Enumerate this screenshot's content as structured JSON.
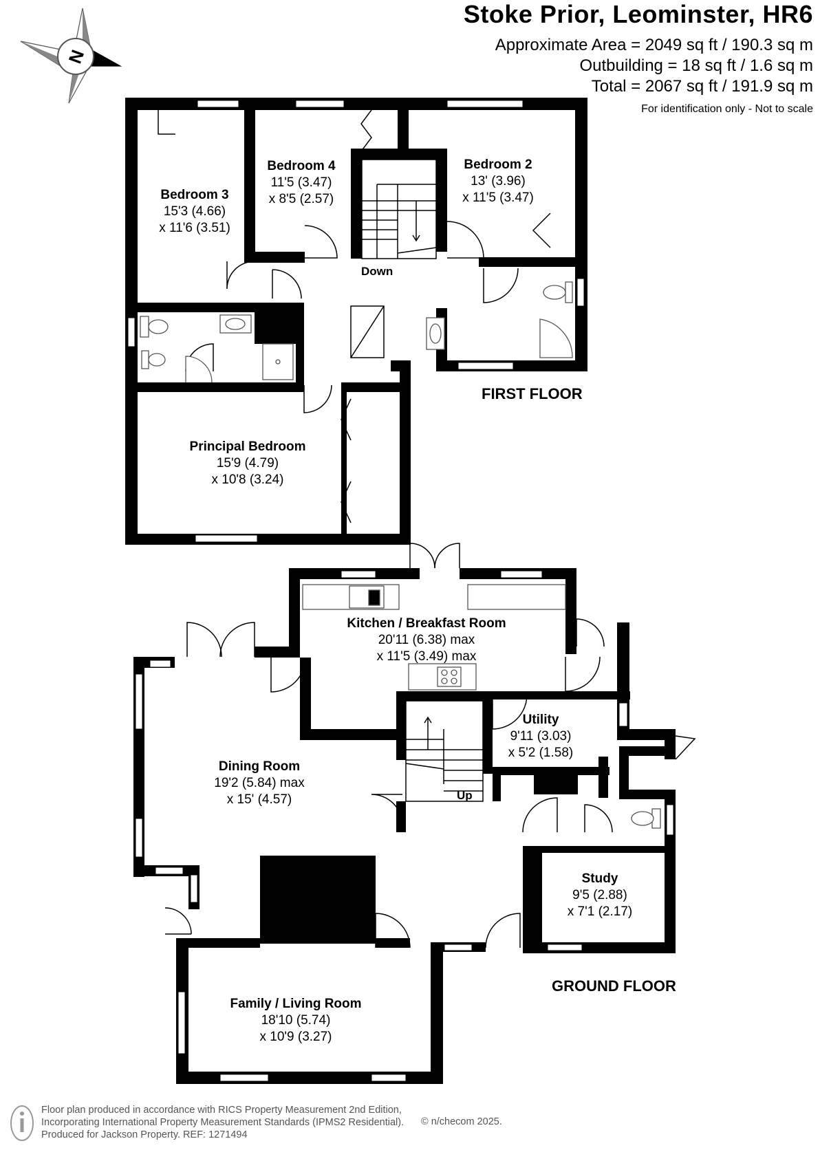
{
  "header": {
    "title": "Stoke Prior, Leominster, HR6",
    "approx_area": "Approximate Area = 2049 sq ft / 190.3 sq m",
    "outbuilding": "Outbuilding = 18 sq ft / 1.6 sq m",
    "total": "Total = 2067 sq ft / 191.9 sq m",
    "note": "For identification only - Not to scale"
  },
  "compass": {
    "icon": "north-arrow-icon",
    "label": "N"
  },
  "floors": {
    "first": "FIRST FLOOR",
    "ground": "GROUND FLOOR"
  },
  "rooms": {
    "bedroom3": {
      "name": "Bedroom 3",
      "dim1": "15'3 (4.66)",
      "dim2": "x 11'6 (3.51)"
    },
    "bedroom4": {
      "name": "Bedroom 4",
      "dim1": "11'5 (3.47)",
      "dim2": "x 8'5 (2.57)"
    },
    "bedroom2": {
      "name": "Bedroom 2",
      "dim1": "13' (3.96)",
      "dim2": "x 11'5 (3.47)"
    },
    "principal": {
      "name": "Principal Bedroom",
      "dim1": "15'9 (4.79)",
      "dim2": "x 10'8 (3.24)"
    },
    "kitchen": {
      "name": "Kitchen / Breakfast Room",
      "dim1": "20'11 (6.38) max",
      "dim2": "x 11'5 (3.49) max"
    },
    "utility": {
      "name": "Utility",
      "dim1": "9'11 (3.03)",
      "dim2": "x 5'2 (1.58)"
    },
    "dining": {
      "name": "Dining Room",
      "dim1": "19'2 (5.84) max",
      "dim2": "x 15' (4.57)"
    },
    "study": {
      "name": "Study",
      "dim1": "9'5 (2.88)",
      "dim2": "x 7'1 (2.17)"
    },
    "family": {
      "name": "Family / Living Room",
      "dim1": "18'10 (5.74)",
      "dim2": "x 10'9 (3.27)"
    }
  },
  "stairs": {
    "down": "Down",
    "up": "Up"
  },
  "footer": {
    "line1": "Floor plan produced in accordance with RICS Property Measurement 2nd Edition,",
    "line2": "Incorporating International Property Measurement Standards (IPMS2 Residential).",
    "line3": "Produced for Jackson Property.   REF: 1271494",
    "copyright": "© n/checom 2025.",
    "icon": "info-icon"
  },
  "colors": {
    "wall": "#000000",
    "fixture": "#555555",
    "window": "#ffffff"
  }
}
